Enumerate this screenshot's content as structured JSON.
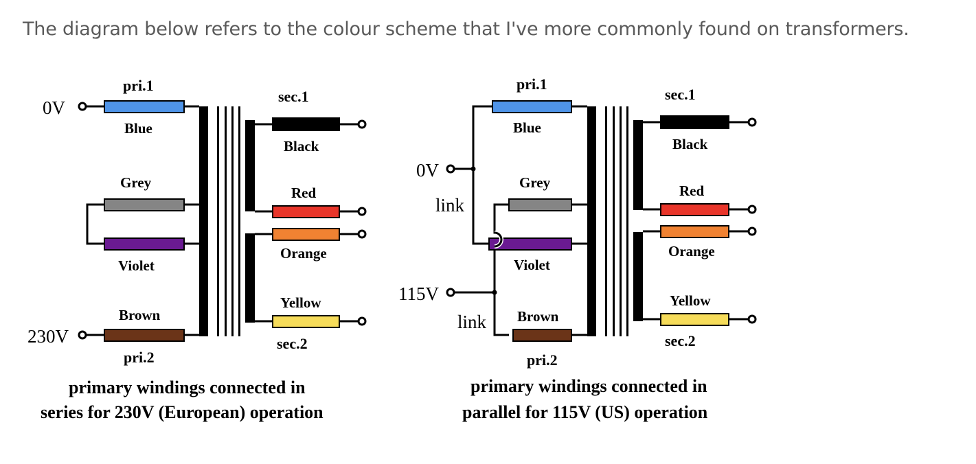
{
  "intro": "The diagram below refers to the colour scheme that I've more commonly found on transformers.",
  "colors": {
    "Blue": "#4f94e8",
    "Grey": "#858585",
    "Violet": "#6a1a92",
    "Brown": "#6b3418",
    "Black": "#000000",
    "Red": "#e8352a",
    "Orange": "#f08232",
    "Yellow": "#f6dc5a"
  },
  "left": {
    "pri1": "pri.1",
    "pri2": "pri.2",
    "sec1": "sec.1",
    "sec2": "sec.2",
    "in_top": "0V",
    "in_bottom": "230V",
    "blue": "Blue",
    "grey": "Grey",
    "violet": "Violet",
    "brown": "Brown",
    "black": "Black",
    "red": "Red",
    "orange": "Orange",
    "yellow": "Yellow",
    "caption1": "primary windings connected in",
    "caption2": "series for 230V (European) operation"
  },
  "right": {
    "pri1": "pri.1",
    "pri2": "pri.2",
    "sec1": "sec.1",
    "sec2": "sec.2",
    "in_top": "0V",
    "in_mid": "115V",
    "link1": "link",
    "link2": "link",
    "blue": "Blue",
    "grey": "Grey",
    "violet": "Violet",
    "brown": "Brown",
    "black": "Black",
    "red": "Red",
    "orange": "Orange",
    "yellow": "Yellow",
    "caption1": "primary windings connected in",
    "caption2": "parallel for 115V (US) operation"
  }
}
